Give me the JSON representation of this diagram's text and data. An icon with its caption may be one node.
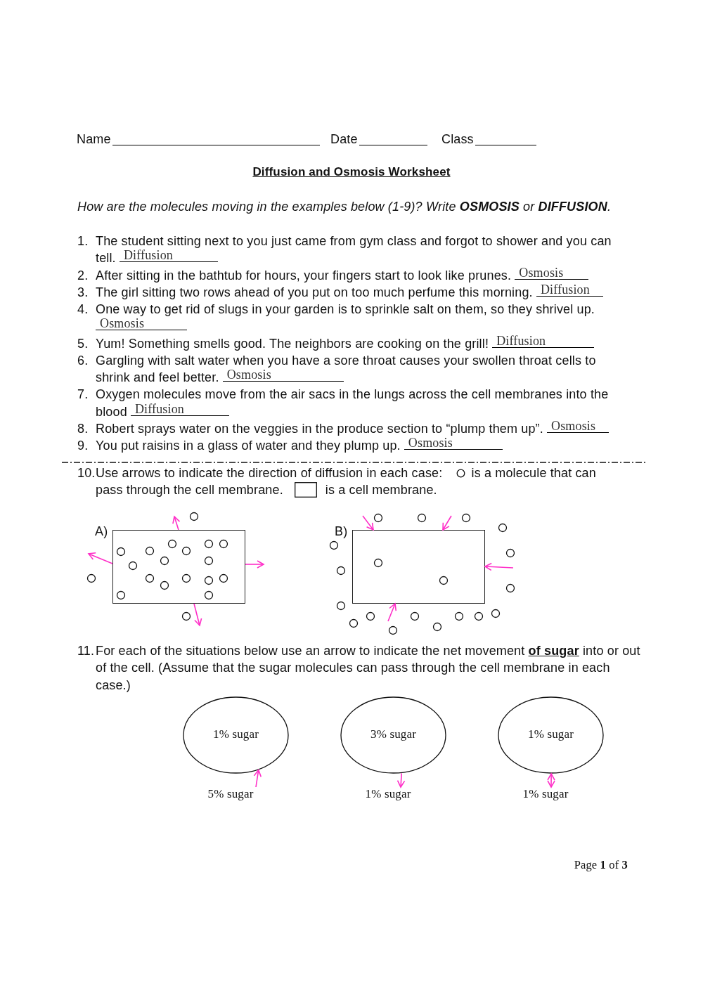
{
  "diagram": {
    "title": "Diffusion and Osmosis Worksheet",
    "nodes": [
      {
        "text": [],
        "shape": "box",
        "beside": [
          "A)"
        ]
      },
      {
        "text": [],
        "shape": "box",
        "beside": [
          "B)"
        ]
      },
      {
        "text": [
          "1% sugar"
        ]
      },
      {
        "text": [
          "5% sugar"
        ]
      },
      {
        "text": [
          "3% sugar"
        ]
      },
      {
        "text": [
          "1% sugar"
        ]
      },
      {
        "text": [
          "1% sugar"
        ]
      },
      {
        "text": [
          "1% sugar"
        ]
      }
    ],
    "edges": [
      {
        "from": 0,
        "to": null,
        "arrow": "to"
      },
      {
        "from": 0,
        "to": null,
        "arrow": "to"
      },
      {
        "from": 0,
        "to": null,
        "arrow": "to"
      },
      {
        "from": 0,
        "to": null,
        "arrow": "to"
      },
      {
        "from": null,
        "to": 1,
        "arrow": "to"
      },
      {
        "from": null,
        "to": 1,
        "arrow": "to"
      },
      {
        "from": null,
        "to": 1,
        "arrow": "to"
      },
      {
        "from": null,
        "to": 1,
        "arrow": "to"
      },
      {
        "from": 3,
        "to": 2,
        "arrow": "to"
      },
      {
        "from": 4,
        "to": 5,
        "arrow": "to"
      },
      {
        "from": 6,
        "to": 7,
        "arrow": "both"
      }
    ],
    "labels": [
      "Name",
      "Date",
      "Class",
      "How are the molecules moving in the examples below (1-9)?  Write **OSMOSIS** or **DIFFUSION**.",
      "1.",
      "The student sitting next to you just came from gym class and forgot to shower and you can tell.",
      "Diffusion",
      "2.",
      "After sitting in the bathtub for hours, your fingers start to look like prunes.",
      "Osmosis",
      "3.",
      "The girl sitting two rows ahead of you put on too much perfume this morning.",
      "Diffusion",
      "4.",
      "One way to get rid of slugs in your garden is to sprinkle salt on them, so they shrivel up.",
      "Osmosis",
      "5.",
      "Yum! Something smells good. The neighbors are cooking on the grill!",
      "Diffusion",
      "6.",
      "Gargling with salt water when you have a sore throat causes your swollen throat cells to shrink and feel better.",
      "Osmosis",
      "7.",
      "Oxygen molecules move from the air sacs in the lungs across the cell membranes into the blood",
      "Diffusion",
      "8.",
      "Robert sprays water on the veggies in the produce section to “plump them up”.",
      "Osmosis",
      "9.",
      "You put raisins in a glass of water and they plump up.",
      "Osmosis",
      "10.",
      "Use arrows to indicate the direction of diffusion in each case:",
      "is a molecule that can pass through the cell membrane.",
      "is a cell membrane.",
      "11.",
      "For each of the situations below use an arrow to indicate the net movement **of sugar** into or out of the cell.  (Assume that the sugar molecules can pass through the cell membrane in each case.)",
      "Page **1** of **3**"
    ]
  }
}
